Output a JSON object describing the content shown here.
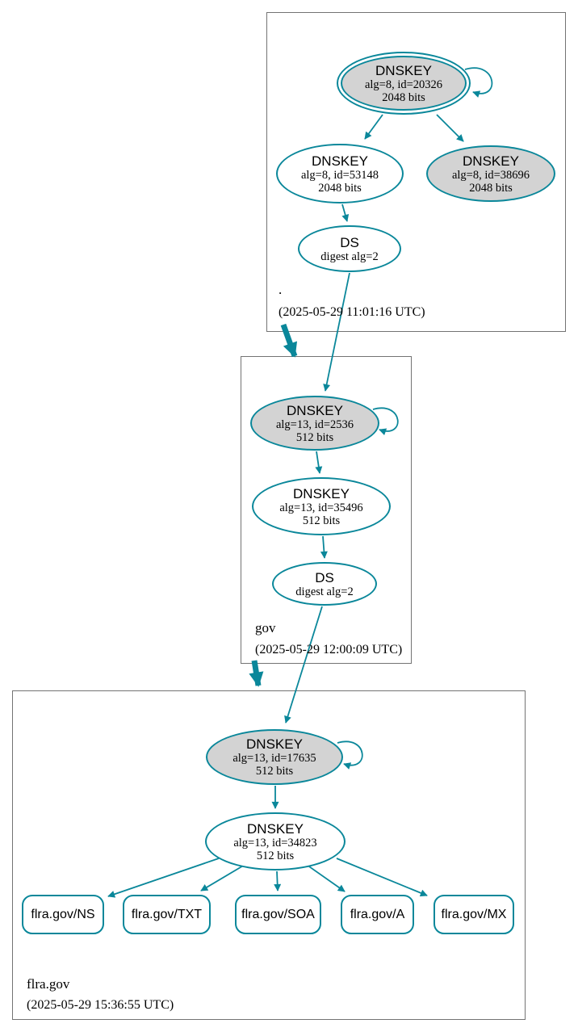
{
  "colors": {
    "secure": "#0a879a",
    "ksk_fill": "#d3d3d3",
    "node_fill": "#ffffff",
    "zone_border": "#737373",
    "text": "#000000",
    "background": "#ffffff"
  },
  "zones": [
    {
      "name": ".",
      "timestamp": "(2025-05-29 11:01:16 UTC)",
      "nodes": {
        "ksk": {
          "title": "DNSKEY",
          "alg": "alg=8, id=20326",
          "bits": "2048 bits"
        },
        "zsk": {
          "title": "DNSKEY",
          "alg": "alg=8, id=53148",
          "bits": "2048 bits"
        },
        "key2": {
          "title": "DNSKEY",
          "alg": "alg=8, id=38696",
          "bits": "2048 bits"
        },
        "ds": {
          "title": "DS",
          "digest": "digest alg=2"
        }
      }
    },
    {
      "name": "gov",
      "timestamp": "(2025-05-29 12:00:09 UTC)",
      "nodes": {
        "ksk": {
          "title": "DNSKEY",
          "alg": "alg=13, id=2536",
          "bits": "512 bits"
        },
        "zsk": {
          "title": "DNSKEY",
          "alg": "alg=13, id=35496",
          "bits": "512 bits"
        },
        "ds": {
          "title": "DS",
          "digest": "digest alg=2"
        }
      }
    },
    {
      "name": "flra.gov",
      "timestamp": "(2025-05-29 15:36:55 UTC)",
      "nodes": {
        "ksk": {
          "title": "DNSKEY",
          "alg": "alg=13, id=17635",
          "bits": "512 bits"
        },
        "zsk": {
          "title": "DNSKEY",
          "alg": "alg=13, id=34823",
          "bits": "512 bits"
        }
      },
      "rrsets": [
        {
          "label": "flra.gov/NS"
        },
        {
          "label": "flra.gov/TXT"
        },
        {
          "label": "flra.gov/SOA"
        },
        {
          "label": "flra.gov/A"
        },
        {
          "label": "flra.gov/MX"
        }
      ]
    }
  ]
}
